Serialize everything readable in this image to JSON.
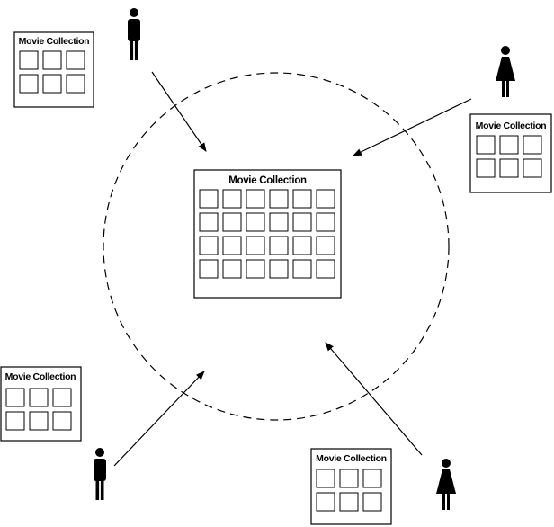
{
  "colors": {
    "ink": "#000000",
    "background": "#ffffff"
  },
  "center_collection": {
    "title": "Movie Collection",
    "grid": {
      "rows": 4,
      "cols": 6
    }
  },
  "collections": [
    {
      "id": "top-left",
      "title": "Movie Collection",
      "grid": {
        "rows": 2,
        "cols": 3
      }
    },
    {
      "id": "right",
      "title": "Movie Collection",
      "grid": {
        "rows": 2,
        "cols": 3
      }
    },
    {
      "id": "bottom-left",
      "title": "Movie Collection",
      "grid": {
        "rows": 2,
        "cols": 3
      }
    },
    {
      "id": "bottom-center",
      "title": "Movie Collection",
      "grid": {
        "rows": 2,
        "cols": 3
      }
    }
  ],
  "people": [
    {
      "id": "person-top",
      "icon": "man-icon"
    },
    {
      "id": "person-top-right",
      "icon": "woman-icon"
    },
    {
      "id": "person-bottom-left",
      "icon": "man-icon"
    },
    {
      "id": "person-bottom-right",
      "icon": "woman-icon"
    }
  ],
  "shared_boundary": {
    "style": "dashed-ellipse"
  }
}
